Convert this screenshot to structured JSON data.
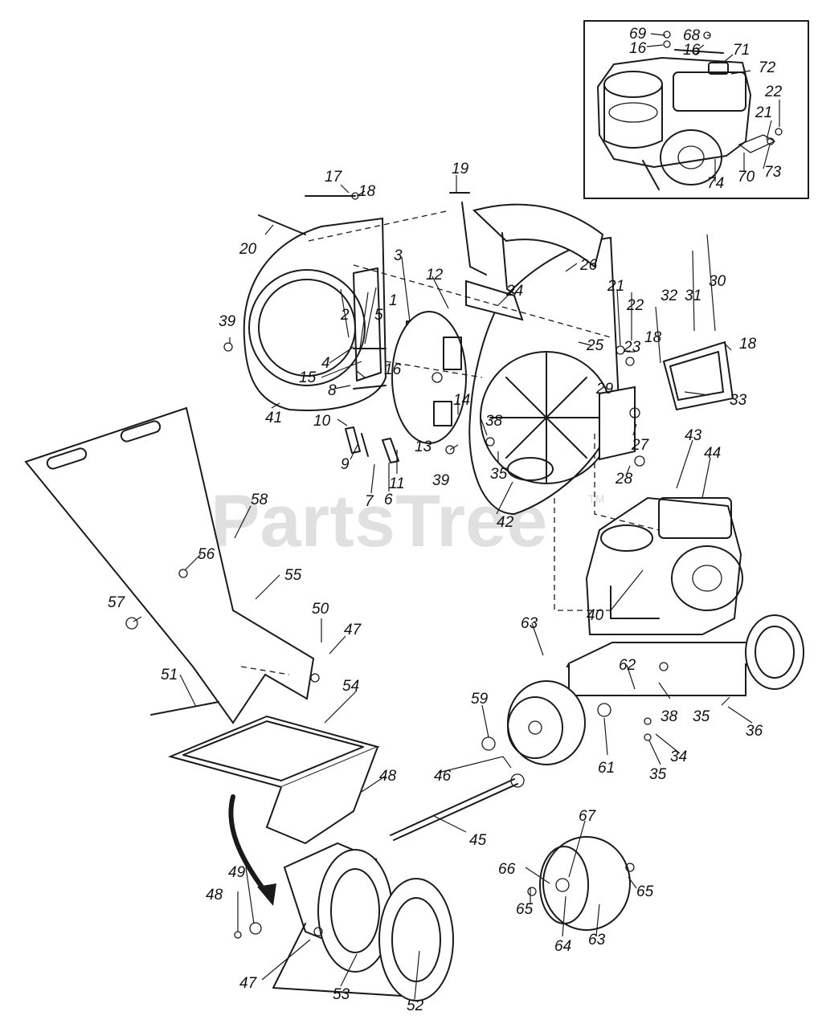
{
  "watermark": {
    "text": "PartsTree",
    "mark": "TM"
  },
  "callouts": {
    "c69": "69",
    "c16a": "16",
    "c68": "68",
    "c16b": "16",
    "c71": "71",
    "c72": "72",
    "c22a": "22",
    "c21a": "21",
    "c73": "73",
    "c70": "70",
    "c74": "74",
    "c17": "17",
    "c18a": "18",
    "c19": "19",
    "c20": "20",
    "c26": "26",
    "c3": "3",
    "c12": "12",
    "c24": "24",
    "c21b": "21",
    "c22b": "22",
    "c25": "25",
    "c32": "32",
    "c31": "31",
    "c30": "30",
    "c18b": "18",
    "c23": "23",
    "c18c": "18",
    "c39a": "39",
    "c2": "2",
    "c1": "1",
    "c5": "5",
    "c4": "4",
    "c15": "15",
    "c16c": "16",
    "c8": "8",
    "c29": "29",
    "c33": "33",
    "c14": "14",
    "c10": "10",
    "c38a": "38",
    "c27": "27",
    "c41": "41",
    "c13": "13",
    "c43": "43",
    "c44": "44",
    "c9": "9",
    "c39b": "39",
    "c35a": "35",
    "c28": "28",
    "c7": "7",
    "c6": "6",
    "c11": "11",
    "c42": "42",
    "c58": "58",
    "c56": "56",
    "c55": "55",
    "c57": "57",
    "c50": "50",
    "c47a": "47",
    "c40": "40",
    "c63a": "63",
    "c51": "51",
    "c62": "62",
    "c54": "54",
    "c59": "59",
    "c38b": "38",
    "c35b": "35",
    "c36": "36",
    "c34": "34",
    "c61": "61",
    "c35c": "35",
    "c46": "46",
    "c48a": "48",
    "c45": "45",
    "c67": "67",
    "c66": "66",
    "c65a": "65",
    "c65b": "65",
    "c64": "64",
    "c63b": "63",
    "c49": "49",
    "c48b": "48",
    "c47b": "47",
    "c53": "53",
    "c52": "52"
  }
}
